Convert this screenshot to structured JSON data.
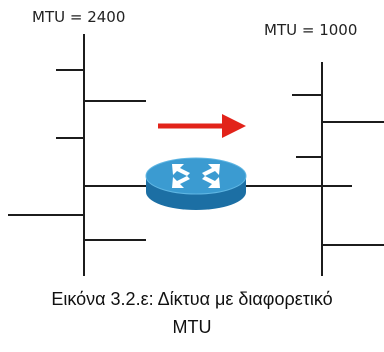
{
  "labels": {
    "left_mtu": "MTU = 2400",
    "right_mtu": "MTU = 1000"
  },
  "caption": {
    "line1": "Εικόνα 3.2.ε: Δίκτυα με διαφορετικό",
    "line2": "MTU"
  },
  "colors": {
    "line": "#1c1c1c",
    "arrow": "#e2231a",
    "router_top": "#3b9bd1",
    "router_side": "#1c6fa4",
    "router_arrows": "#ffffff"
  },
  "icons": {
    "router": "router-icon",
    "direction": "arrow-right-icon"
  }
}
